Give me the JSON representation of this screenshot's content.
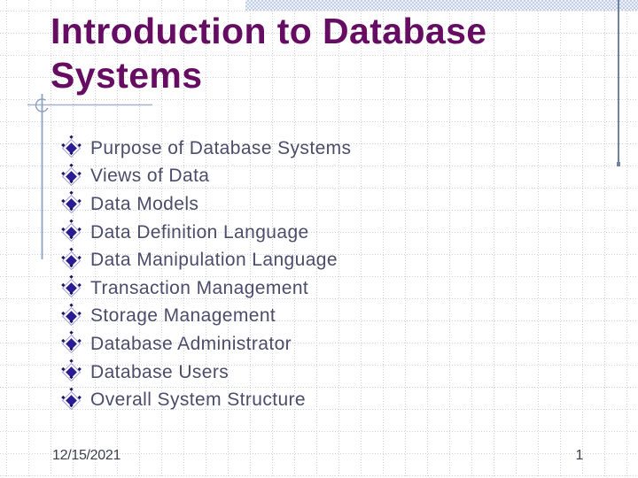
{
  "slide": {
    "title": "Introduction to Database Systems",
    "bullets": [
      "Purpose of Database Systems",
      "Views of Data",
      "Data Models",
      "Data Definition Language",
      "Data Manipulation Language",
      "Transaction Management",
      "Storage Management",
      "Database Administrator",
      "Database Users",
      "Overall System Structure"
    ],
    "footer": {
      "date": "12/15/2021",
      "page_number": "1"
    }
  },
  "icons": {
    "bullet": "diamond-bullet",
    "bullet_glyph": "◈",
    "ornament": "crosshair-circle"
  },
  "colors": {
    "title": "#660c62",
    "body_text": "#4c4c6b",
    "bullet_fill": "#2a1c92",
    "bullet_outline": "#a39bd4",
    "accent_line": "#6e81a1",
    "ornament_line": "#97aac8",
    "grid": "#ccd1dc",
    "footer_text": "#3d3f4f"
  }
}
